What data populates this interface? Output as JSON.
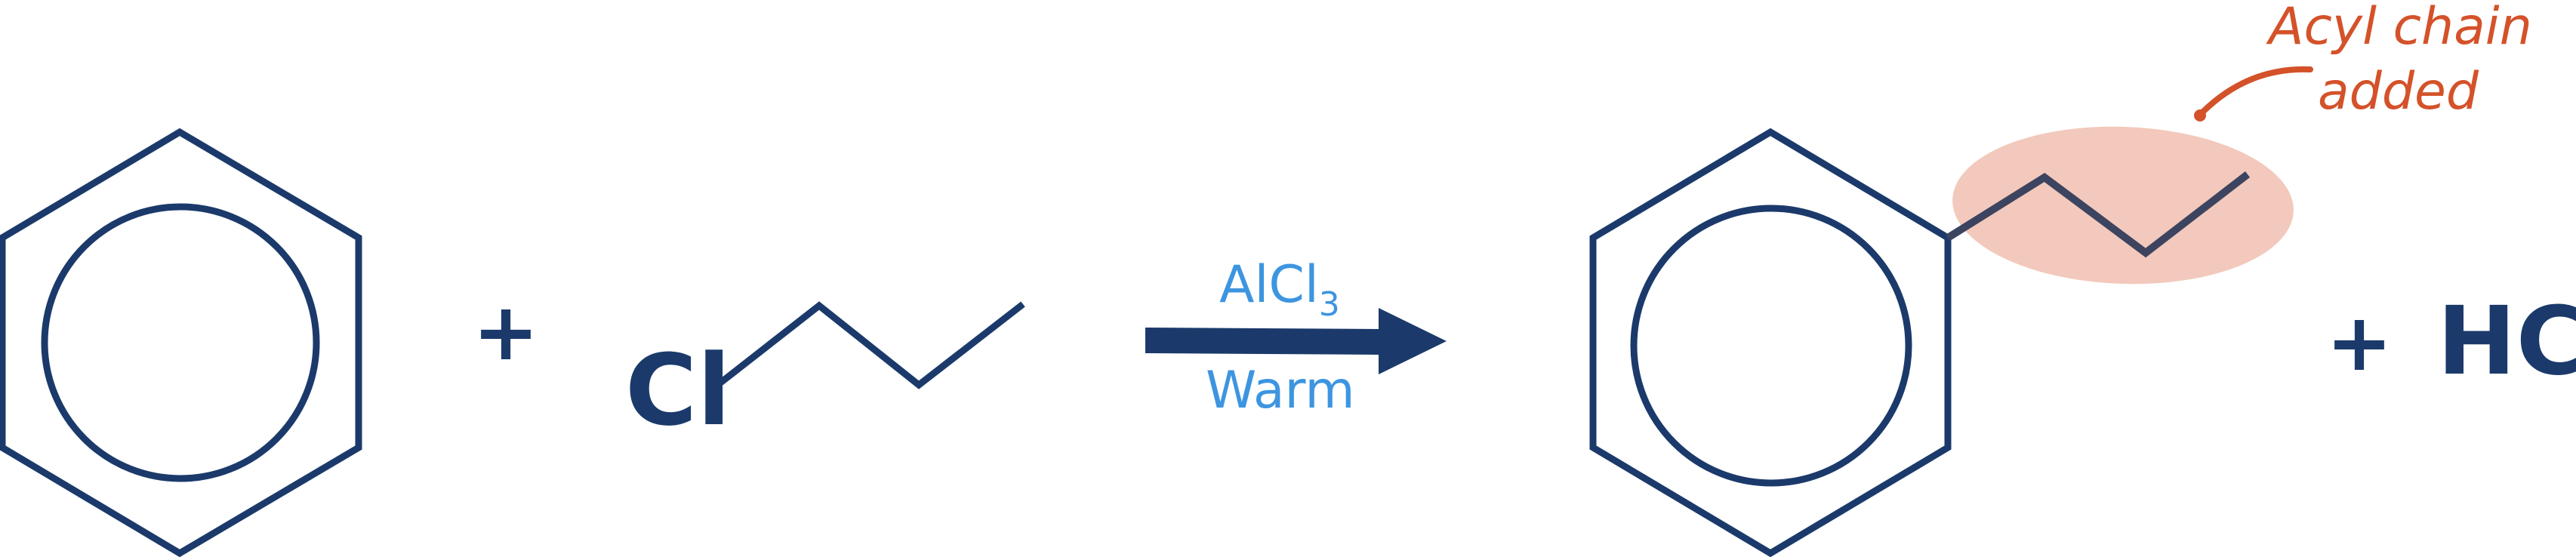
{
  "colors": {
    "structure": "#1b3a6b",
    "reagent": "#3d95e0",
    "annotation": "#d4522a",
    "highlight": "#f2c9bc",
    "chain_on_highlight": "#3d4460"
  },
  "reactants": {
    "plus_1": "+",
    "chloroalkane_atom": "Cl"
  },
  "reaction_arrow": {
    "catalyst": "AlCl",
    "catalyst_subscript": "3",
    "condition": "Warm"
  },
  "products": {
    "plus_2": "+",
    "byproduct": "HCl"
  },
  "annotation": {
    "line1": "Acyl chain",
    "line2": "added"
  }
}
